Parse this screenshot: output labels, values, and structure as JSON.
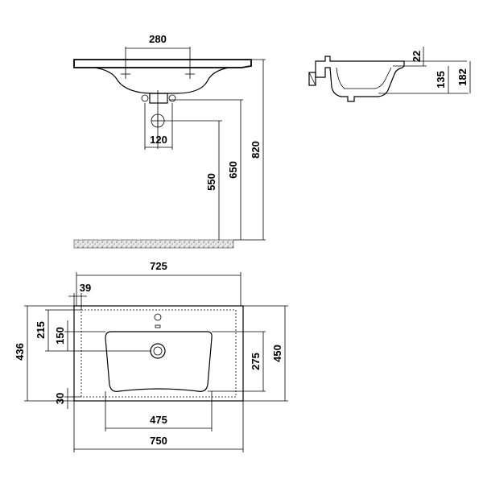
{
  "front_view": {
    "tap_spacing": "280",
    "drain_width": "120",
    "drain_height": "550",
    "overflow_height": "650",
    "total_height": "820"
  },
  "side_view": {
    "rim_thickness": "22",
    "bowl_depth": "135",
    "total_depth": "182"
  },
  "top_view": {
    "inner_width": "725",
    "edge_offset": "39",
    "tap_offset": "215",
    "bowl_offset": "150",
    "overall_depth": "436",
    "back_offset": "30",
    "bowl_depth": "275",
    "total_depth": "450",
    "bowl_width": "475",
    "total_width": "750"
  }
}
